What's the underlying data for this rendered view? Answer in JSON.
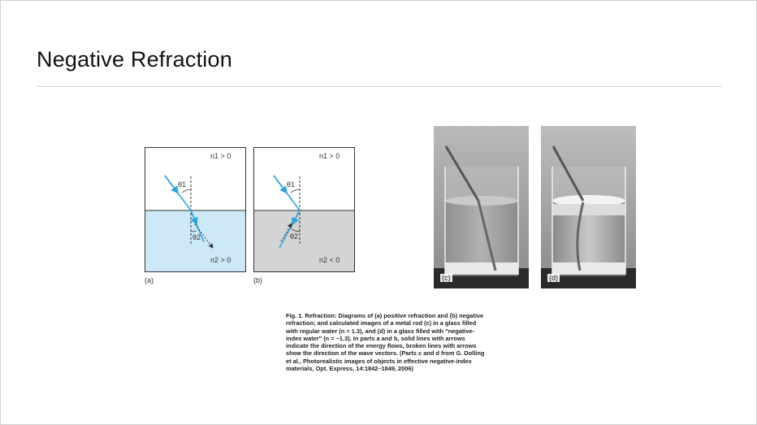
{
  "slide": {
    "title": "Negative Refraction"
  },
  "diagrams": [
    {
      "id": "a",
      "label": "(a)",
      "top_index": "n1 > 0",
      "bottom_index": "n2 > 0",
      "lower_color": "#cde9f7",
      "theta1": "θ1",
      "theta2": "θ2"
    },
    {
      "id": "b",
      "label": "(b)",
      "top_index": "n1 > 0",
      "bottom_index": "n2 < 0",
      "lower_color": "#d4d4d4",
      "theta1": "θ1",
      "theta2": "θ2"
    }
  ],
  "photos": [
    {
      "id": "c",
      "label": "(c)"
    },
    {
      "id": "d",
      "label": "(d)"
    }
  ],
  "colors": {
    "ray": "#2aa6de",
    "line": "#333333"
  },
  "caption": {
    "text": "Fig. 1. Refraction: Diagrams of (a) positive refraction and (b) negative refraction; and calculated images of a metal rod (c) in a glass filled with regular water (n = 1.3), and (d) in a glass filled with \"negative-index water\" (n = −1.3). In parts a and b, solid lines with arrows indicate the direction of the energy flows, broken lines with arrows show the direction of the wave vectors. (Parts c and d from G. Dolling et al., Photorealistic images of objects in effective negative-index materials, Opt. Express, 14:1842–1849, 2006)"
  }
}
